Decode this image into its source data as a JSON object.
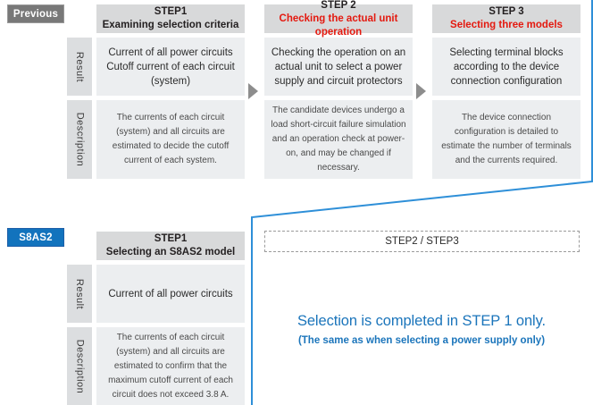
{
  "sections": {
    "previous": {
      "badge": "Previous",
      "row_labels": [
        "Result",
        "Description"
      ],
      "steps": [
        {
          "title": "STEP1",
          "subtitle": "Examining selection criteria",
          "subtitle_highlight": false,
          "result": "Current of all power circuits Cutoff current of each circuit (system)",
          "description": "The currents of each circuit (system) and all circuits are estimated to decide the cutoff current of each system."
        },
        {
          "title": "STEP 2",
          "subtitle": "Checking the actual unit operation",
          "subtitle_highlight": true,
          "result": "Checking the operation on an actual unit to select a power supply and circuit protectors",
          "description": "The candidate devices undergo a load short-circuit failure simulation and an operation check at power-on, and may be changed if necessary."
        },
        {
          "title": "STEP 3",
          "subtitle": "Selecting three models",
          "subtitle_highlight": true,
          "result": "Selecting terminal blocks according to the device connection configuration",
          "description": "The device connection configuration is detailed to estimate the number of terminals and the currents required."
        }
      ]
    },
    "s8as2": {
      "badge": "S8AS2",
      "row_labels": [
        "Result",
        "Description"
      ],
      "steps": [
        {
          "title": "STEP1",
          "subtitle": "Selecting an S8AS2 model",
          "subtitle_highlight": false,
          "result": "Current of all power circuits",
          "description": "The currents of each circuit (system) and all circuits are estimated to confirm that the maximum cutoff current of each circuit does not exceed 3.8 A."
        }
      ],
      "skipped_steps_label": "STEP2 / STEP3",
      "message_main": "Selection is completed in STEP 1 only.",
      "message_sub": "(The same as when selecting a power supply only)"
    }
  },
  "colors": {
    "previous_badge": "#787878",
    "s8as2_badge": "#1273bd",
    "highlight_red": "#e4190f",
    "accent_blue": "#1b75bb",
    "header_gray": "#d8d9da",
    "cell_gray": "#eceef0",
    "label_gray": "#dcdee0",
    "arrow_gray": "#8d8d8d"
  }
}
